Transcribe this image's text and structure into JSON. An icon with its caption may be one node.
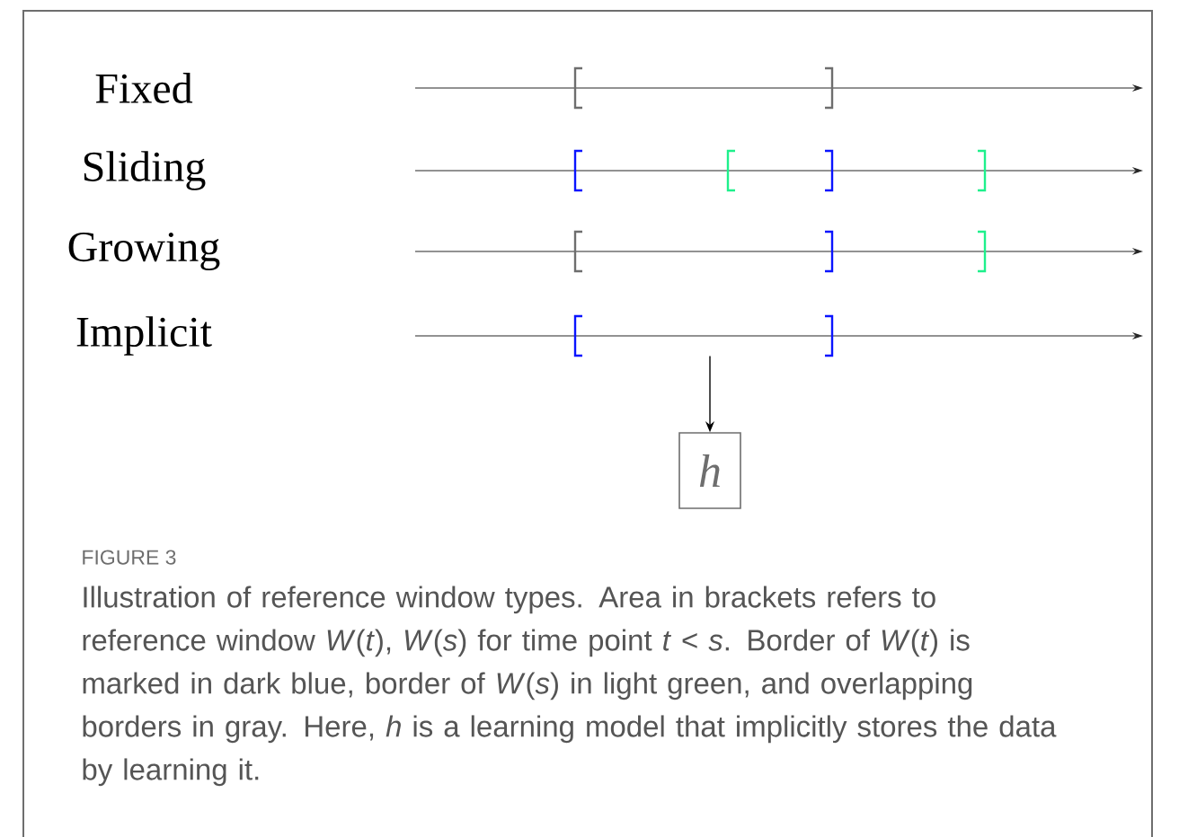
{
  "diagram": {
    "caption": "Illustration of reference window types. Area in brackets refers to reference window *W*(*t*), *W*(*s*) for time point *t* < *s*. Border of *W*(*t*) is marked in dark blue, border of *W*(*s*) in light green, and overlapping borders in gray. Here, *h* is a learning model that implicitly stores the data by learning it.",
    "nodes": [
      {
        "text": [],
        "shape": "bracket"
      },
      {
        "text": [
          "h"
        ]
      }
    ],
    "edges": [
      {
        "from": 0,
        "to": 1,
        "arrow": "to"
      }
    ],
    "labels": [
      "Fixed",
      "Sliding",
      "Growing",
      "Implicit",
      "FIGURE 3"
    ]
  }
}
